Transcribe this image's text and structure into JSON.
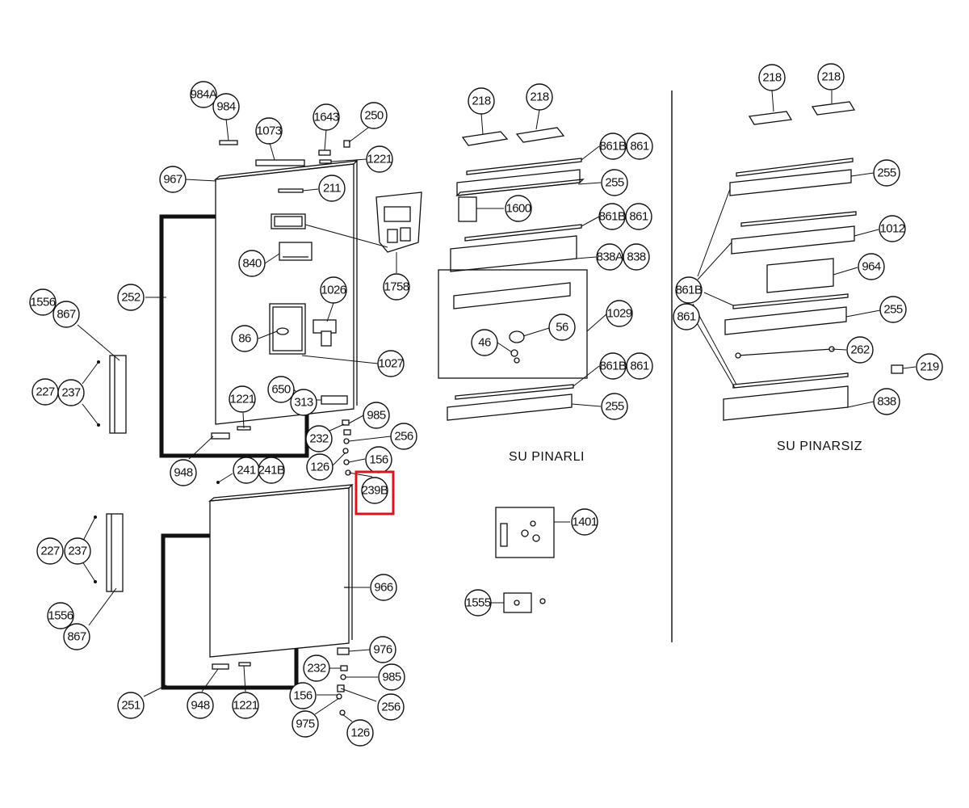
{
  "sections": {
    "with_dispenser": "SU  PINARLI",
    "without_dispenser": "SU  PINARSIZ"
  },
  "callouts": {
    "c984A": "984A",
    "c984": "984",
    "c1073": "1073",
    "c1643": "1643",
    "c250": "250",
    "c1221_top": "1221",
    "c967": "967",
    "c211": "211",
    "c840": "840",
    "c1758": "1758",
    "c252": "252",
    "c1556_top": "1556",
    "c867_top": "867",
    "c1026": "1026",
    "c86": "86",
    "c1027": "1027",
    "c227_top": "227",
    "c237_top": "237",
    "c650": "650",
    "c1221_mid": "1221",
    "c313": "313",
    "c985_top": "985",
    "c232_top": "232",
    "c256_top": "256",
    "c126_top": "126",
    "c156_top": "156",
    "c948_top": "948",
    "c241": "241",
    "c241B": "241B",
    "c239B": "239B",
    "c227_bot": "227",
    "c237_bot": "237",
    "c966": "966",
    "c1556_bot": "1556",
    "c867_bot": "867",
    "c976": "976",
    "c232_bot": "232",
    "c985_bot": "985",
    "c156_bot": "156",
    "c256_bot": "256",
    "c975": "975",
    "c126_bot": "126",
    "c251": "251",
    "c948_bot": "948",
    "c1221_bot": "1221",
    "m218a": "218",
    "m218b": "218",
    "m861B_1": "861B",
    "m861_1": "861",
    "m255_1": "255",
    "m1600": "1600",
    "m861B_2": "861B",
    "m861_2": "861",
    "m838A": "838A",
    "m838": "838",
    "m1029": "1029",
    "m56": "56",
    "m46": "46",
    "m861B_3": "861B",
    "m861_3": "861",
    "m255_2": "255",
    "m1401": "1401",
    "m1555": "1555",
    "r218a": "218",
    "r218b": "218",
    "r255_1": "255",
    "r1012": "1012",
    "r964": "964",
    "r861B": "861B",
    "r861": "861",
    "r255_2": "255",
    "r262": "262",
    "r219": "219",
    "r838": "838"
  },
  "highlight": {
    "target": "239B",
    "color": "#d8141e"
  }
}
